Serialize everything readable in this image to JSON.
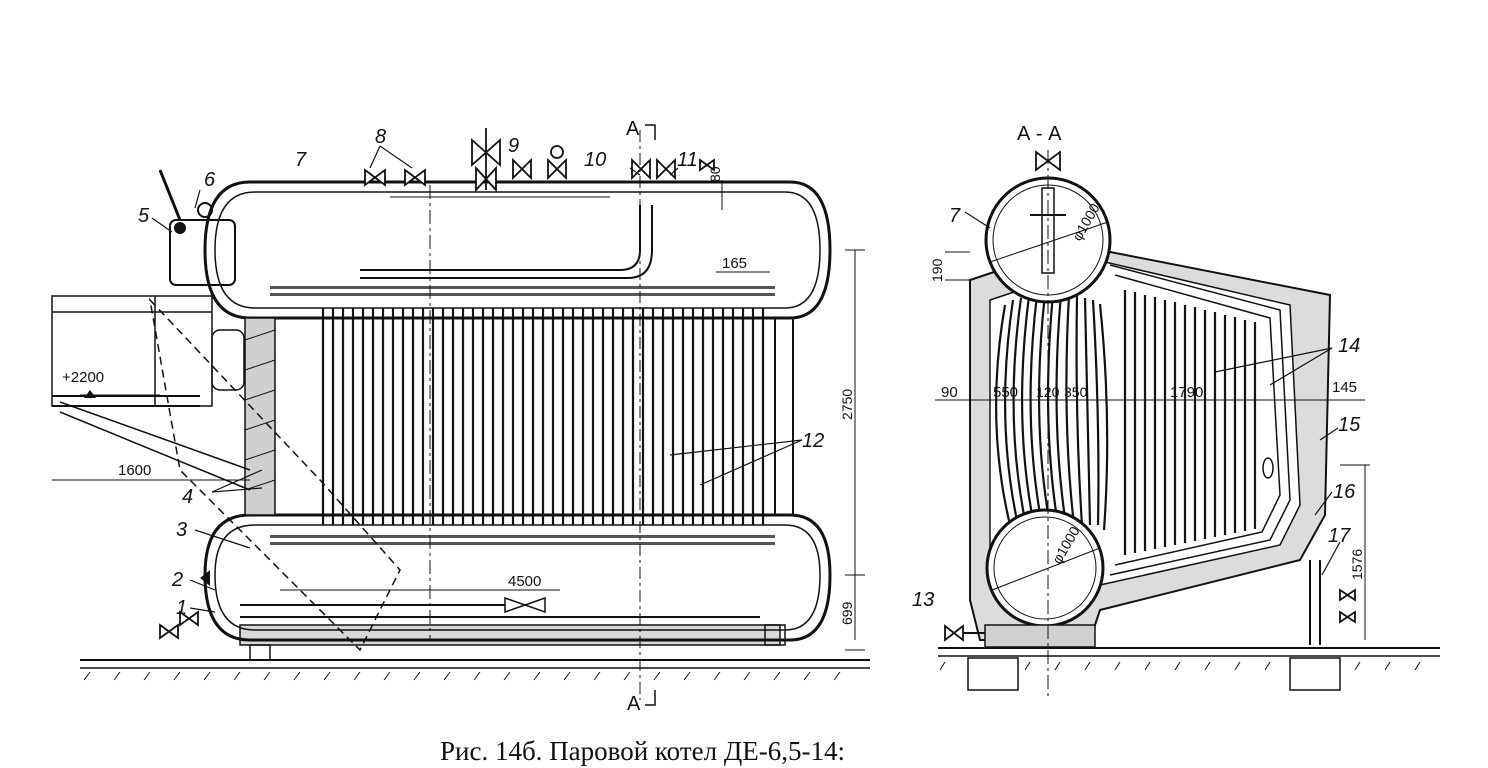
{
  "caption": "Рис. 14б. Паровой котел ДЕ-6,5-14:",
  "section_marks": {
    "top": "А",
    "bottom": "А",
    "section_title": "А - А"
  },
  "callouts": [
    "1",
    "2",
    "3",
    "4",
    "5",
    "6",
    "7",
    "8",
    "9",
    "10",
    "11",
    "12",
    "13",
    "14",
    "15",
    "16",
    "17"
  ],
  "side_view_dims": {
    "length": "4500",
    "height": "2750",
    "base_height": "699",
    "offset": "1600",
    "elevation": "+2200",
    "gap_top": "165",
    "valve_height": "80"
  },
  "section_view_dims": {
    "drum_top_dia": "φ1000",
    "drum_bottom_dia": "φ1000",
    "left_offset": "190",
    "w1": "90",
    "w2": "550",
    "w3": "120",
    "w4": "350",
    "w5": "1790",
    "w6": "145",
    "right_height": "1576"
  }
}
